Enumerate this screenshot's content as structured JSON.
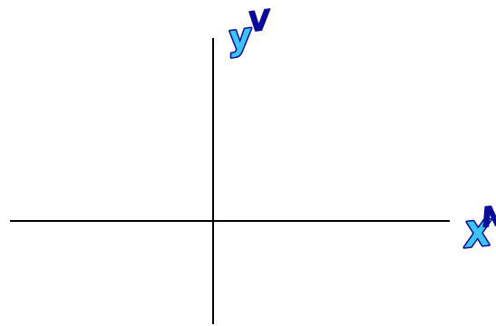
{
  "diagram": {
    "x_axis_label": "X",
    "x_axis_label_superscript": "N",
    "y_axis_label": "y",
    "y_axis_label_superscript": "V"
  },
  "colors": {
    "axis": "#000000",
    "label_fill": "#3cc4f2",
    "label_outline": "#0a0a9a",
    "background": "#ffffff"
  }
}
